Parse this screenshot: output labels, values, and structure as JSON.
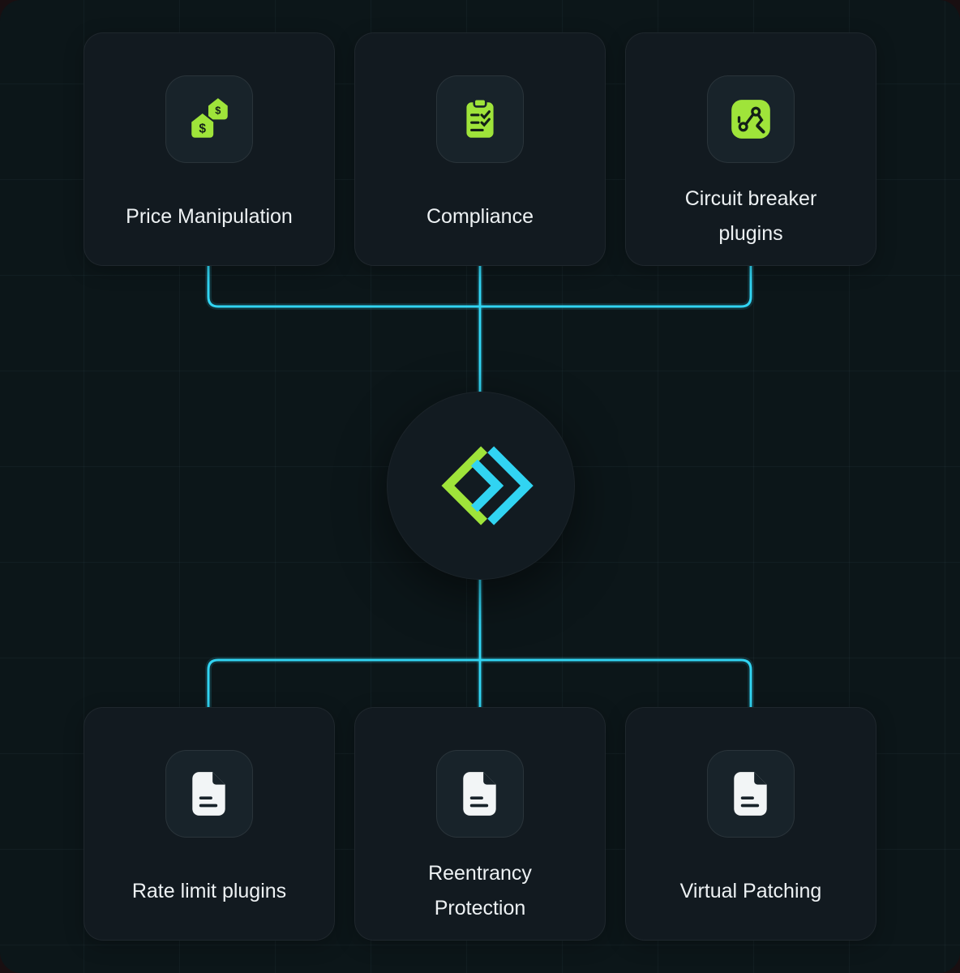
{
  "colors": {
    "accent_green": "#9fe43a",
    "accent_cyan": "#31d4f2",
    "background": "#0c1619",
    "card": "#121a20"
  },
  "top_cards": [
    {
      "label": "Price Manipulation",
      "icon": "price-tags-icon"
    },
    {
      "label": "Compliance",
      "icon": "clipboard-check-icon"
    },
    {
      "label": "Circuit breaker plugins",
      "icon": "circuit-breaker-icon"
    }
  ],
  "bottom_cards": [
    {
      "label": "Rate limit plugins",
      "icon": "document-icon"
    },
    {
      "label": "Reentrancy Protection",
      "icon": "document-icon"
    },
    {
      "label": "Virtual Patching",
      "icon": "document-icon"
    }
  ],
  "center": {
    "logo": "chevron-diamond-logo"
  }
}
